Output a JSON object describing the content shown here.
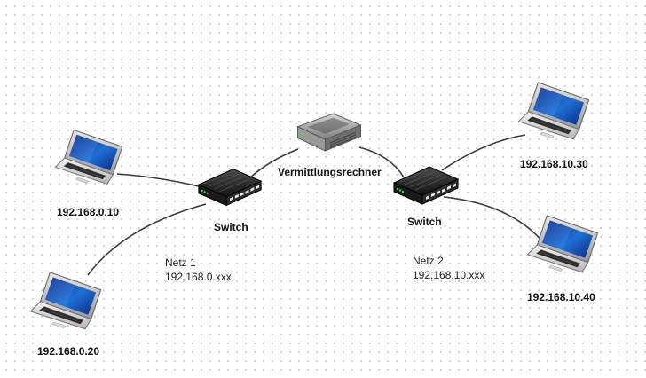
{
  "nodes": {
    "laptop_1": {
      "label": "192.168.0.10",
      "icon": "laptop-icon"
    },
    "laptop_2": {
      "label": "192.168.0.20",
      "icon": "laptop-icon"
    },
    "laptop_3": {
      "label": "192.168.10.30",
      "icon": "laptop-icon"
    },
    "laptop_4": {
      "label": "192.168.10.40",
      "icon": "laptop-icon"
    },
    "switch_1": {
      "label": "Switch",
      "icon": "network-switch-icon"
    },
    "switch_2": {
      "label": "Switch",
      "icon": "network-switch-icon"
    },
    "router": {
      "label": "Vermittlungsrechner",
      "icon": "router-icon"
    }
  },
  "networks": {
    "net_1": {
      "name": "Netz 1",
      "range": "192.168.0.xxx"
    },
    "net_2": {
      "name": "Netz 2",
      "range": "192.168.10.xxx"
    }
  },
  "edges": [
    [
      "laptop_1",
      "switch_1"
    ],
    [
      "laptop_2",
      "switch_1"
    ],
    [
      "switch_1",
      "router"
    ],
    [
      "router",
      "switch_2"
    ],
    [
      "switch_2",
      "laptop_3"
    ],
    [
      "switch_2",
      "laptop_4"
    ]
  ],
  "colors": {
    "cable": "#3a3a3a",
    "screen": "#1a5fb4",
    "switch_body": "#1c1c1c",
    "router_body": "#8a8a8a"
  }
}
